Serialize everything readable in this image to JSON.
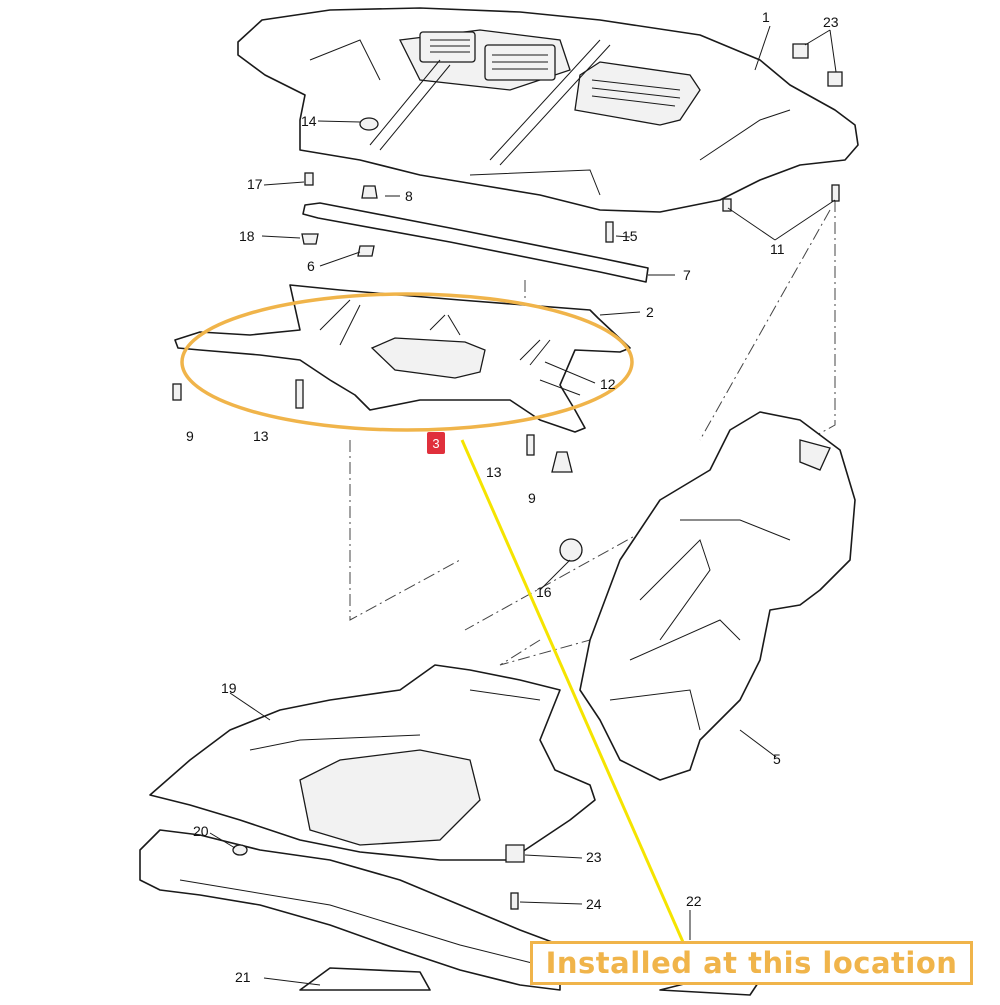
{
  "callouts": {
    "n1": "1",
    "n2": "2",
    "n3": "3",
    "n5": "5",
    "n6": "6",
    "n7": "7",
    "n8": "8",
    "n9a": "9",
    "n9b": "9",
    "n11": "11",
    "n12": "12",
    "n13a": "13",
    "n13b": "13",
    "n14": "14",
    "n15": "15",
    "n16": "16",
    "n17": "17",
    "n18": "18",
    "n19": "19",
    "n20": "20",
    "n21": "21",
    "n22": "22",
    "n23a": "23",
    "n23b": "23",
    "n24": "24"
  },
  "highlight": {
    "label": "Installed at this location",
    "ellipse_color": "#f0b44a",
    "pointer_color": "#f5e400"
  },
  "marker": {
    "label": "3"
  },
  "colors": {
    "line": "#1a1a1a",
    "background": "#ffffff"
  }
}
